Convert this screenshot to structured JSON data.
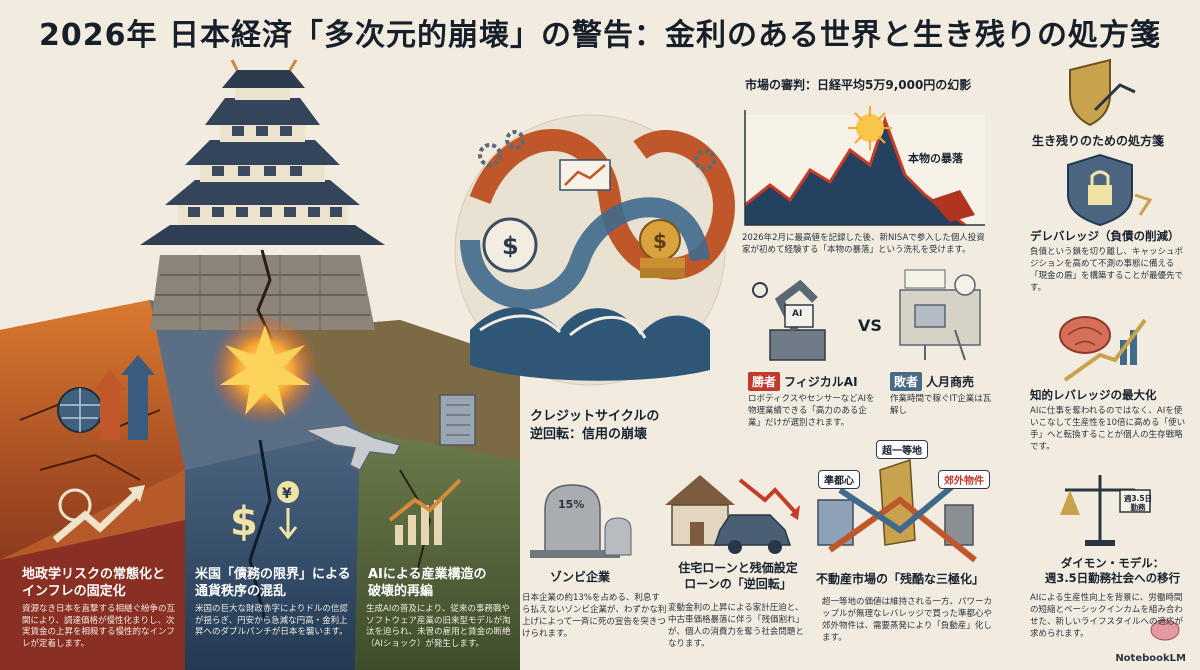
{
  "title": "2026年 日本経済「多次元的崩壊」の警告：金利のある世界と生き残りの処方箋",
  "left_panels": [
    {
      "title_l1": "地政学リスクの常態化と",
      "title_l2": "インフレの固定化",
      "body": "資源なき日本を直撃する相継ぐ紛争の互関により、調達価格が慢性化まりし、次実賃金の上昇を相殺する慢性的なインフレが定着します。"
    },
    {
      "title_l1": "米国「債務の限界」による",
      "title_l2": "通貨秩序の混乱",
      "body": "米国の巨大な財政赤字によりドルの信認が揺らぎ、円安から急減な円高・金利上昇へのダブルパンチが日本を襲います。"
    },
    {
      "title_l1": "AIによる産業構造の",
      "title_l2": "破壊的再編",
      "body": "生成AIの普及により、従来の事務職やソフトウェア産業の旧来型モデルが淘汰を迫られ、未曽の雇用と賃金の断絶（AIショック）が発生します。"
    }
  ],
  "center": {
    "credit_title_l1": "クレジットサイクルの",
    "credit_title_l2": "逆回転：信用の崩壊",
    "tombstone_label": "15%",
    "zombie_title": "ゾンビ企業",
    "zombie_body": "日本企業の約13%を占める、利息すら払えないゾンビ企業が、わずかな利上げによって一斉に死の宣告を突きつけられます。",
    "housing_title_l1": "住宅ローンと残価設定",
    "housing_title_l2": "ローンの「逆回転」",
    "housing_body": "変動金利の上昇による家計圧迫と、中古車価格暴落に伴う「残価割れ」が、個人の消費力を奪う社会問題となります。",
    "realestate_title": "不動産市場の「残酷な三極化」",
    "realestate_body": "超一等地の価値は維持される一方、パワーカップルが無理なレバレッジで買った準都心や郊外物件は、需要蒸発により「負動産」化します。",
    "re_labels": {
      "prime": "超一等地",
      "near": "準都心",
      "suburb": "郊外物件"
    }
  },
  "market": {
    "title": "市場の審判：日経平均5万9,000円の幻影",
    "crash_label": "本物の暴落",
    "body": "2026年2月に最高値を記録した後、新NISAで参入した個人投資家が初めて経験する「本物の暴落」という洗礼を受けます。"
  },
  "versus": {
    "vs": "VS",
    "winner_tag": "勝者",
    "winner_title": "フィジカルAI",
    "winner_body": "ロボティクスやセンサーなどAIを物理業績できる「高力のある企業」だけが選別されます。",
    "loser_tag": "敗者",
    "loser_title": "人月商売",
    "loser_body": "作業時間で稼ぐIT企業は瓦解し",
    "ai_chip": "AI"
  },
  "right": {
    "header": "生き残りのための処方箋",
    "items": [
      {
        "title": "デレバレッジ（負債の削減）",
        "body": "負債という鎖を切り離し、キャッシュポジションを高めて不測の事態に備える「現金の盾」を構築することが最優先です。"
      },
      {
        "title": "知的レバレッジの最大化",
        "body": "AIに仕事を奪われるのではなく、AIを使いこなして生産性を10倍に高める「使い手」へと転換することが個人の生存戦略です。"
      },
      {
        "title_l1": "ダイモン・モデル：",
        "title_l2": "週3.5日勤務社会への移行",
        "scale_label": "週3.5日勤務",
        "body": "AIによる生産性向上を背景に、労働時間の短縮とベーシックインカムを組み合わせた、新しいライフスタイルへの適応が求められます。"
      }
    ]
  },
  "brand": "NotebookLM"
}
